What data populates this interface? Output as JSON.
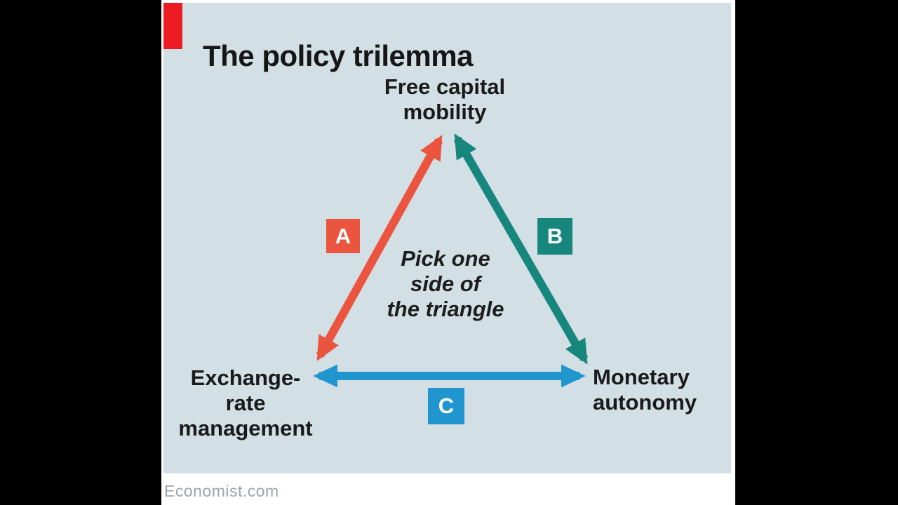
{
  "window": {
    "background_color": "#000000",
    "card_color": "#ffffff",
    "panel_color": "#D2DFE5"
  },
  "header": {
    "title": "The policy trilemma",
    "accent_color": "#ED1C24",
    "title_color": "#161616"
  },
  "diagram": {
    "type": "triangle",
    "center_note": {
      "lines": [
        "Pick one",
        "side of",
        "the triangle"
      ]
    },
    "nodes": [
      {
        "id": "free-capital-mobility",
        "position": "top",
        "lines": [
          "Free capital",
          "mobility"
        ]
      },
      {
        "id": "exchange-rate-management",
        "position": "bottom-left",
        "lines": [
          "Exchange-",
          "rate",
          "management"
        ]
      },
      {
        "id": "monetary-autonomy",
        "position": "bottom-right",
        "lines": [
          "Monetary",
          "autonomy"
        ]
      }
    ],
    "edges": [
      {
        "label": "A",
        "color": "#EB5540",
        "connects": [
          "Exchange-rate management",
          "Free capital mobility"
        ],
        "arrow": "double-headed"
      },
      {
        "label": "B",
        "color": "#17877D",
        "connects": [
          "Free capital mobility",
          "Monetary autonomy"
        ],
        "arrow": "double-headed"
      },
      {
        "label": "C",
        "color": "#2196CE",
        "connects": [
          "Exchange-rate management",
          "Monetary autonomy"
        ],
        "arrow": "double-headed"
      }
    ]
  },
  "footer": {
    "source": "Economist.com",
    "text_color": "#9CA6AB"
  }
}
